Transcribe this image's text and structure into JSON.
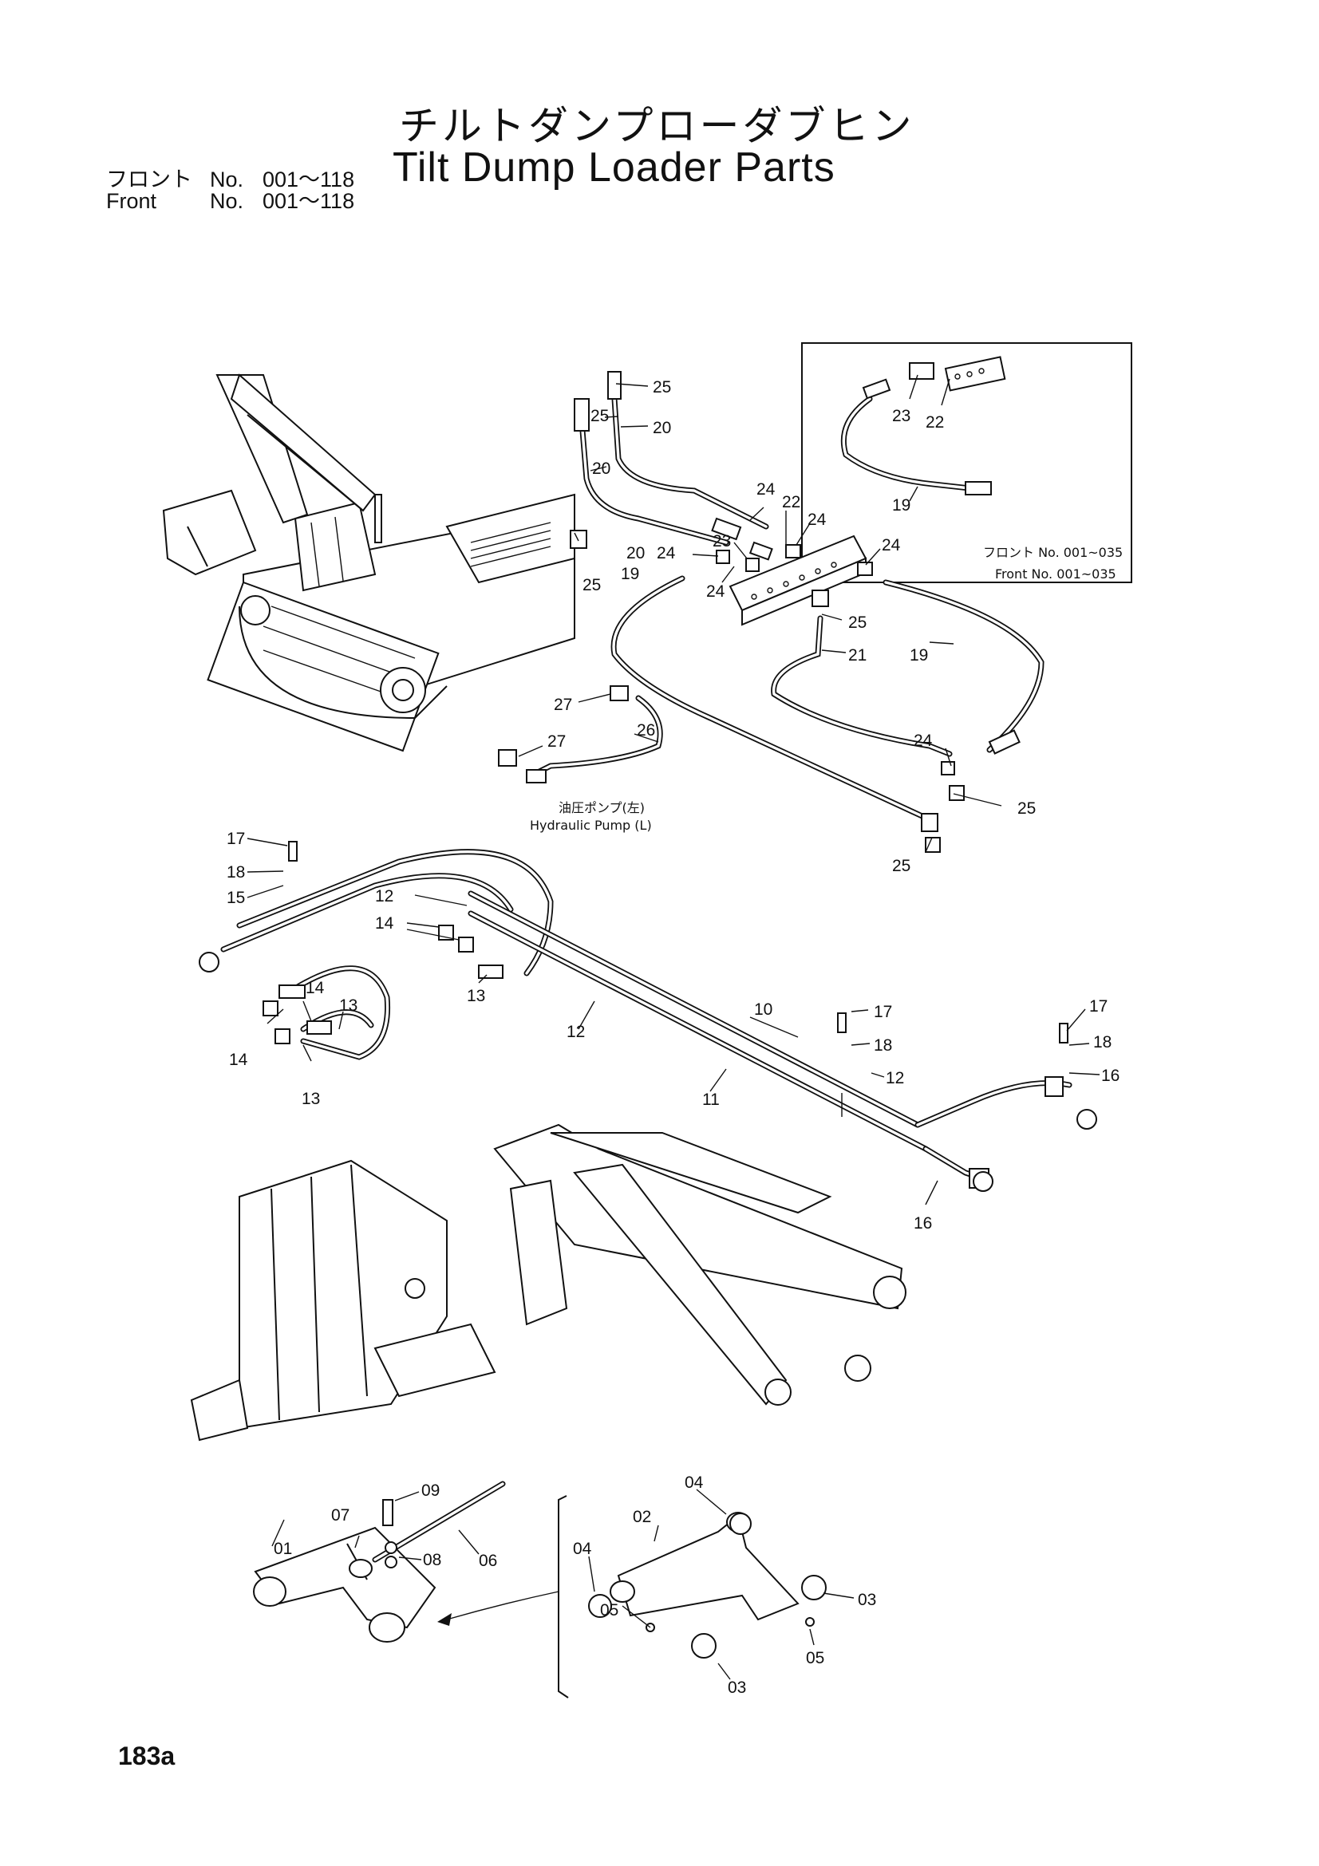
{
  "header": {
    "title_jp": "チルトダンプローダブヒン",
    "title_en": "Tilt Dump Loader Parts",
    "front_jp_label": "フロント",
    "front_en_label": "Front",
    "no_label": "No.",
    "range": "001～118"
  },
  "annotations": {
    "inset_front_jp": "フロント No. 001~035",
    "inset_front_en": "Front No. 001~035",
    "pump_jp": "油圧ポンプ(左)",
    "pump_en": "Hydraulic Pump (L)"
  },
  "callouts": {
    "c01": "01",
    "c02": "02",
    "c03": "03",
    "c04": "04",
    "c05": "05",
    "c06": "06",
    "c07": "07",
    "c08": "08",
    "c09": "09",
    "c10": "10",
    "c11": "11",
    "c12": "12",
    "c13": "13",
    "c14": "14",
    "c15": "15",
    "c16": "16",
    "c17": "17",
    "c18": "18",
    "c19": "19",
    "c20": "20",
    "c21": "21",
    "c22": "22",
    "c23": "23",
    "c24": "24",
    "c25": "25",
    "c26": "26",
    "c27": "27"
  },
  "footer": {
    "page_number": "183a"
  }
}
